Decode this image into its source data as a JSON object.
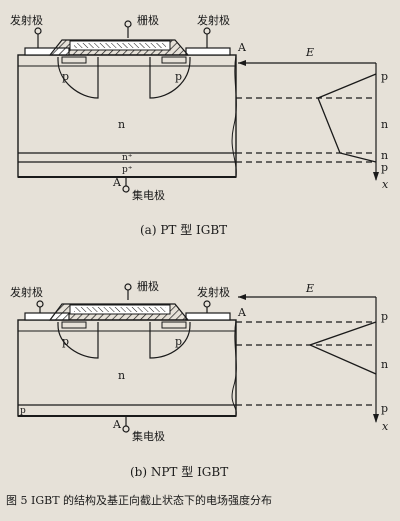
{
  "diagram_a": {
    "emitter_left": "发射极",
    "gate": "栅极",
    "emitter_right": "发射极",
    "point_a_top": "A",
    "field_axis_label": "E",
    "region_p_left": "p",
    "region_p_right": "p",
    "region_n_minus": "n",
    "region_n_plus": "n⁺",
    "region_p_plus": "p⁺",
    "point_a_bottom": "A",
    "collector": "集电极",
    "x_axis_label": "x",
    "side_p": "p",
    "side_n": "n",
    "side_n_plus": "n",
    "side_p_bottom": "p",
    "caption": "(a)  PT 型 IGBT"
  },
  "diagram_b": {
    "emitter_left": "发射极",
    "gate": "栅极",
    "emitter_right": "发射极",
    "point_a_top": "A",
    "field_axis_label": "E",
    "region_p_left": "p",
    "region_p_right": "p",
    "region_n_minus": "n",
    "region_p_plus": "p",
    "point_a_bottom": "A",
    "collector": "集电极",
    "x_axis_label": "x",
    "side_p": "p",
    "side_n": "n",
    "side_p_bottom": "p",
    "caption": "(b)  NPT 型 IGBT"
  },
  "figure_caption": "图 5    IGBT 的结构及基正向截止状态下的电场强度分布"
}
